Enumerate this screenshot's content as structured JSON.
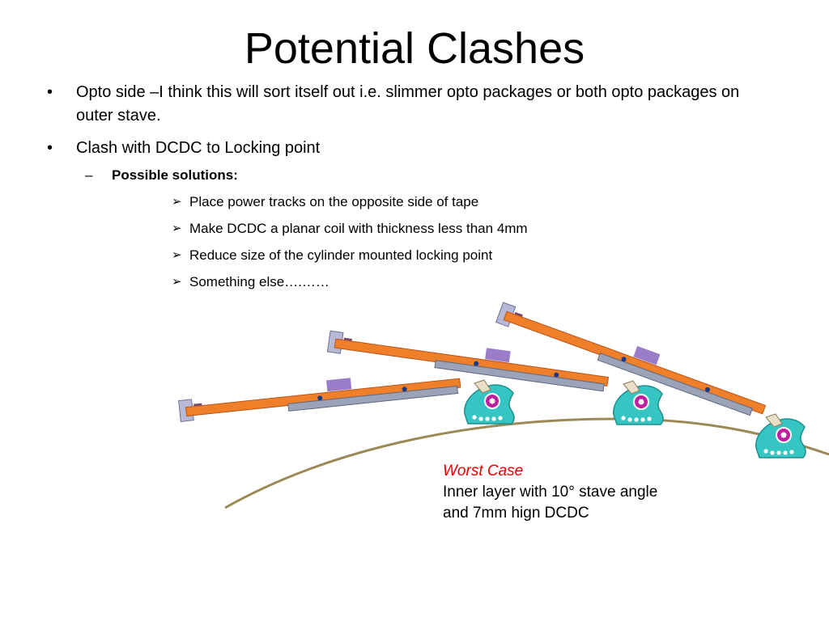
{
  "slide": {
    "title": "Potential Clashes",
    "bullets": [
      {
        "marker": "•",
        "text": "Opto side –I think this will sort itself out i.e. slimmer opto packages or both opto packages on outer stave."
      },
      {
        "marker": "•",
        "text": "Clash with DCDC to Locking point"
      }
    ],
    "sub_bullet": {
      "marker": "–",
      "text": "Possible solutions:"
    },
    "options": [
      {
        "marker": "➢",
        "text": "Place power tracks on the opposite side of tape"
      },
      {
        "marker": "➢",
        "text": "Make DCDC a planar coil with thickness less than 4mm"
      },
      {
        "marker": "➢",
        "text": "Reduce size of the cylinder mounted locking point"
      },
      {
        "marker": "➢",
        "text": "Something else….……"
      }
    ],
    "caption": {
      "title": "Worst Case",
      "line1": "Inner layer with 10° stave angle",
      "line2": "and 7mm hign DCDC"
    }
  },
  "colors": {
    "tape": "#f07f2a",
    "stave_body": "#9aa3b8",
    "dcdc": "#9b7cc9",
    "opto_light": "#b7b9d6",
    "opto_dark": "#7a4a6e",
    "locking_point": "#35c6c4",
    "locking_hub": "#c01ea0",
    "cylinder": "#9b8a55",
    "caption_title": "#e60000"
  }
}
